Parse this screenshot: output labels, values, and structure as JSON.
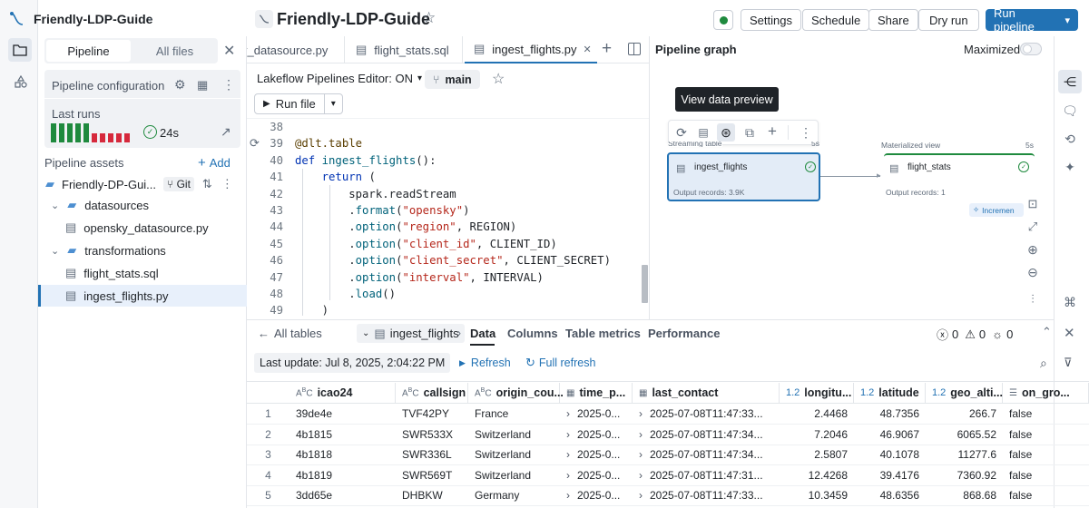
{
  "header": {
    "app_title": "Friendly-LDP-Guide",
    "pipeline_title": "Friendly-LDP-Guide",
    "buttons": {
      "settings": "Settings",
      "schedule": "Schedule",
      "share": "Share",
      "dry_run": "Dry run",
      "run_pipeline": "Run pipeline"
    }
  },
  "sidebar": {
    "tabs": [
      "Pipeline",
      "All files"
    ],
    "config_label": "Pipeline configuration",
    "last_runs_label": "Last runs",
    "last_runs_duration": "24s",
    "last_runs_bars": [
      "ok",
      "ok",
      "ok",
      "ok",
      "ok",
      "fail",
      "fail",
      "fail",
      "fail",
      "fail"
    ],
    "assets_label": "Pipeline assets",
    "add_label": "Add",
    "tree": {
      "root": "Friendly-DP-Gui...",
      "git": "Git",
      "datasources": "datasources",
      "datasource_file": "opensky_datasource.py",
      "transformations": "transformations",
      "flight_stats": "flight_stats.sql",
      "ingest": "ingest_flights.py"
    }
  },
  "editor": {
    "tabs": [
      "y_datasource.py",
      "flight_stats.sql",
      "ingest_flights.py"
    ],
    "mode": "Lakeflow Pipelines Editor: ON",
    "branch": "main",
    "run_file": "Run file",
    "lines": [
      {
        "n": "38",
        "html": ""
      },
      {
        "n": "39",
        "html": "<span class=\"dec\">@dlt.table</span>"
      },
      {
        "n": "40",
        "html": "<span class=\"kw\">def</span> <span class=\"fn\">ingest_flights</span>():"
      },
      {
        "n": "41",
        "html": "    <span class=\"kw\">return</span> ("
      },
      {
        "n": "42",
        "html": "        spark.readStream"
      },
      {
        "n": "43",
        "html": "        .<span class=\"fn\">format</span>(<span class=\"str\">\"opensky\"</span>)"
      },
      {
        "n": "44",
        "html": "        .<span class=\"fn\">option</span>(<span class=\"str\">\"region\"</span>, REGION)"
      },
      {
        "n": "45",
        "html": "        .<span class=\"fn\">option</span>(<span class=\"str\">\"client_id\"</span>, CLIENT_ID)"
      },
      {
        "n": "46",
        "html": "        .<span class=\"fn\">option</span>(<span class=\"str\">\"client_secret\"</span>, CLIENT_SECRET)"
      },
      {
        "n": "47",
        "html": "        .<span class=\"fn\">option</span>(<span class=\"str\">\"interval\"</span>, INTERVAL)"
      },
      {
        "n": "48",
        "html": "        .<span class=\"fn\">load</span>()"
      },
      {
        "n": "49",
        "html": "    )"
      }
    ]
  },
  "graph": {
    "title": "Pipeline graph",
    "maximized": "Maximized",
    "tooltip": "View data preview",
    "node1": {
      "type": "Streaming table",
      "time": "5s",
      "name": "ingest_flights",
      "output": "Output records: 3.9K"
    },
    "node2": {
      "type": "Materialized view",
      "time": "5s",
      "name": "flight_stats",
      "output": "Output records: 1"
    },
    "incremental": "Incremen"
  },
  "bottom": {
    "all_tables": "All tables",
    "table_name": "ingest_flights",
    "tabs": [
      "Data",
      "Columns",
      "Table metrics",
      "Performance"
    ],
    "errors": "0",
    "warnings": "0",
    "info": "0",
    "last_update": "Last update: Jul 8, 2025, 2:04:22 PM",
    "refresh": "Refresh",
    "full_refresh": "Full refresh",
    "columns": [
      {
        "type": "ABC",
        "name": "icao24"
      },
      {
        "type": "ABC",
        "name": "callsign"
      },
      {
        "type": "ABC",
        "name": "origin_cou..."
      },
      {
        "type": "cal",
        "name": "time_p..."
      },
      {
        "type": "cal",
        "name": "last_contact"
      },
      {
        "type": "1.2",
        "name": "longitu..."
      },
      {
        "type": "1.2",
        "name": "latitude"
      },
      {
        "type": "1.2",
        "name": "geo_alti..."
      },
      {
        "type": "bool",
        "name": "on_gro..."
      }
    ],
    "rows": [
      [
        "1",
        "39de4e",
        "TVF42PY",
        "France",
        "2025-0...",
        "2025-07-08T11:47:33...",
        "2.4468",
        "48.7356",
        "266.7",
        "false"
      ],
      [
        "2",
        "4b1815",
        "SWR533X",
        "Switzerland",
        "2025-0...",
        "2025-07-08T11:47:34...",
        "7.2046",
        "46.9067",
        "6065.52",
        "false"
      ],
      [
        "3",
        "4b1818",
        "SWR336L",
        "Switzerland",
        "2025-0...",
        "2025-07-08T11:47:34...",
        "2.5807",
        "40.1078",
        "11277.6",
        "false"
      ],
      [
        "4",
        "4b1819",
        "SWR569T",
        "Switzerland",
        "2025-0...",
        "2025-07-08T11:47:31...",
        "12.4268",
        "39.4176",
        "7360.92",
        "false"
      ],
      [
        "5",
        "3dd65e",
        "DHBKW",
        "Germany",
        "2025-0...",
        "2025-07-08T11:47:33...",
        "10.3459",
        "48.6356",
        "868.68",
        "false"
      ]
    ]
  }
}
